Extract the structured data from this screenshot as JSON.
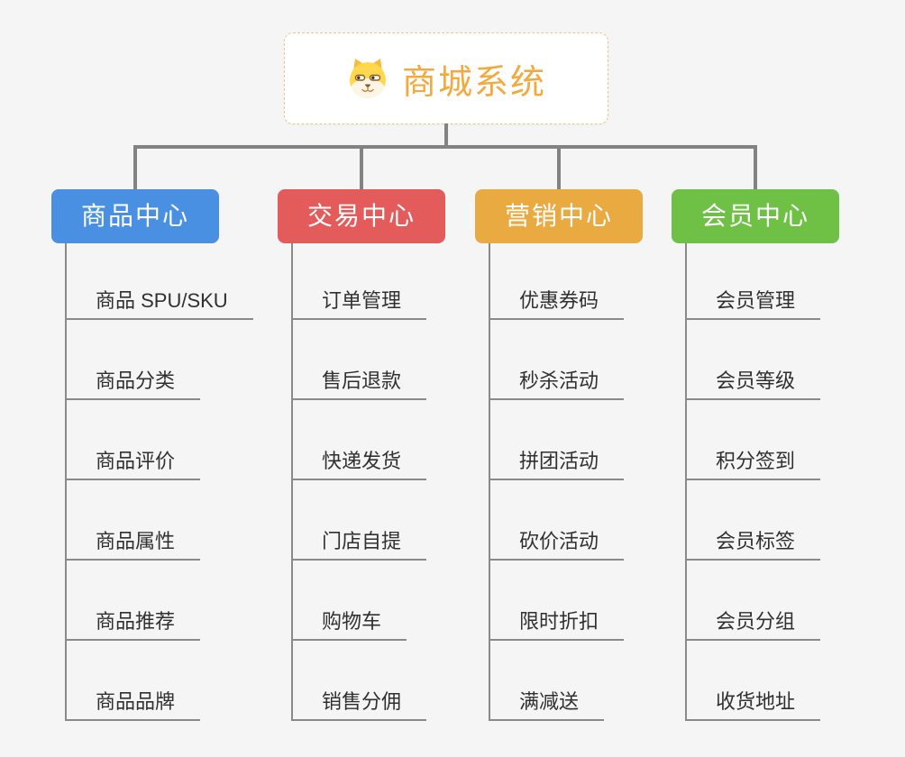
{
  "root": {
    "title": "商城系统",
    "icon": "doge-icon"
  },
  "branches": [
    {
      "label": "商品中心",
      "color": "#4a90e2",
      "items": [
        "商品 SPU/SKU",
        "商品分类",
        "商品评价",
        "商品属性",
        "商品推荐",
        "商品品牌"
      ]
    },
    {
      "label": "交易中心",
      "color": "#e45b5b",
      "items": [
        "订单管理",
        "售后退款",
        "快递发货",
        "门店自提",
        "购物车",
        "销售分佣"
      ]
    },
    {
      "label": "营销中心",
      "color": "#e9ab41",
      "items": [
        "优惠券码",
        "秒杀活动",
        "拼团活动",
        "砍价活动",
        "限时折扣",
        "满减送"
      ]
    },
    {
      "label": "会员中心",
      "color": "#6ec145",
      "items": [
        "会员管理",
        "会员等级",
        "积分签到",
        "会员标签",
        "会员分组",
        "收货地址"
      ]
    }
  ],
  "colors": {
    "background": "#f5f5f6",
    "root_border": "#f0c387",
    "root_title": "#f2a93e",
    "connector": "#828282",
    "underline": "#8a8a8a",
    "leaf_text": "#303030",
    "branch_text": "#ffffff"
  }
}
